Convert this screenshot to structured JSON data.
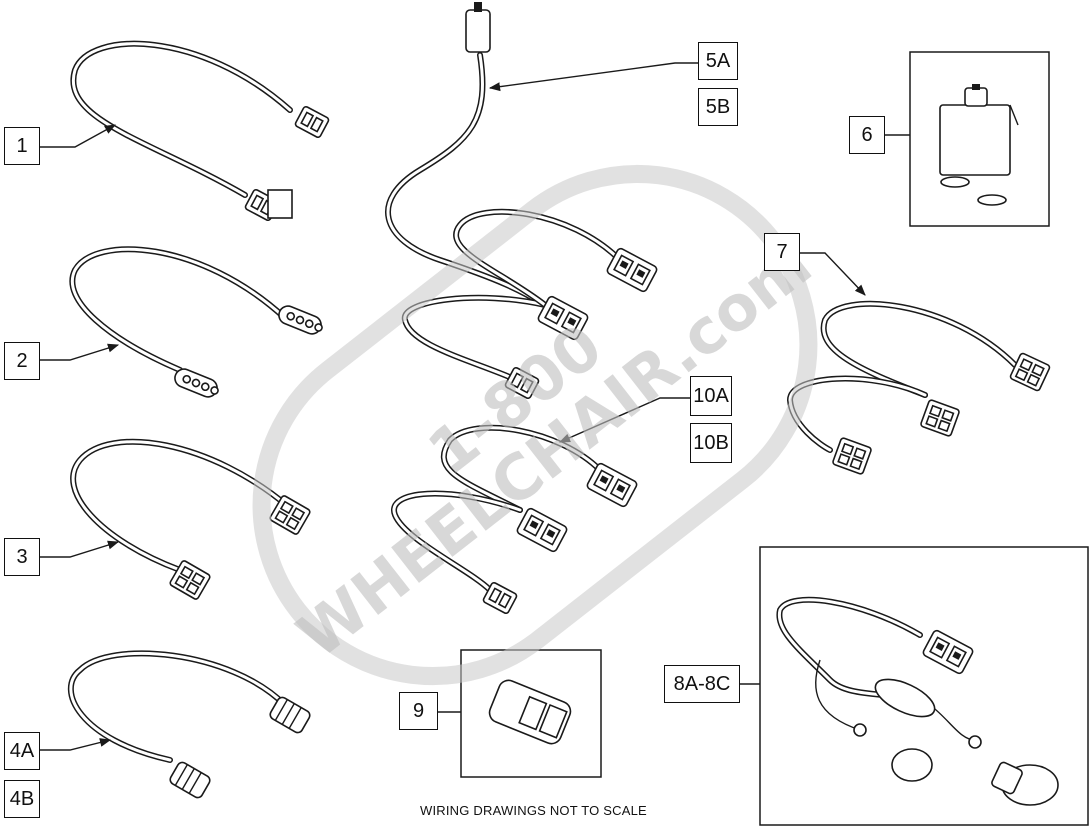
{
  "title": "",
  "labels": {
    "l1": "1",
    "l2": "2",
    "l3": "3",
    "l4a": "4A",
    "l4b": "4B",
    "l5a": "5A",
    "l5b": "5B",
    "l6": "6",
    "l7": "7",
    "l8": "8A-8C",
    "l9": "9",
    "l10a": "10A",
    "l10b": "10B"
  },
  "footer_note": "WIRING DRAWINGS NOT TO SCALE",
  "watermark": {
    "line1": "1-800",
    "line2": "WHEELCHAIR.com"
  },
  "colors": {
    "line": "#1a1a1a",
    "cable_fill": "#ffffff",
    "watermark": "#c8c8c8"
  }
}
